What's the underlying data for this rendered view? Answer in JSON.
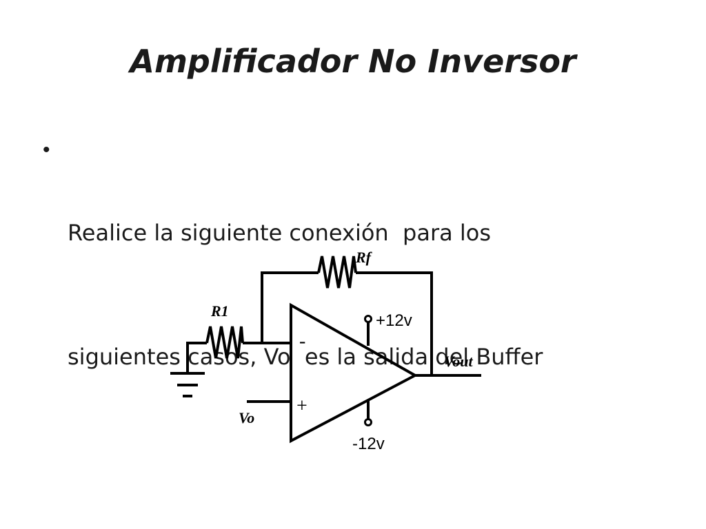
{
  "slide": {
    "title": "Amplificador No Inversor",
    "bullet": {
      "line1": "Realice la siguiente conexión  para los",
      "line2": "siguientes casos, Vo  es la salida del Buffer"
    }
  },
  "circuit": {
    "labels": {
      "rf": "Rf",
      "r1": "R1",
      "vout": "Vout",
      "vo": "Vo",
      "vpos": "+12v",
      "vneg": "-12v",
      "minus": "-",
      "plus": "+"
    },
    "colors": {
      "wire": "#000000"
    }
  }
}
